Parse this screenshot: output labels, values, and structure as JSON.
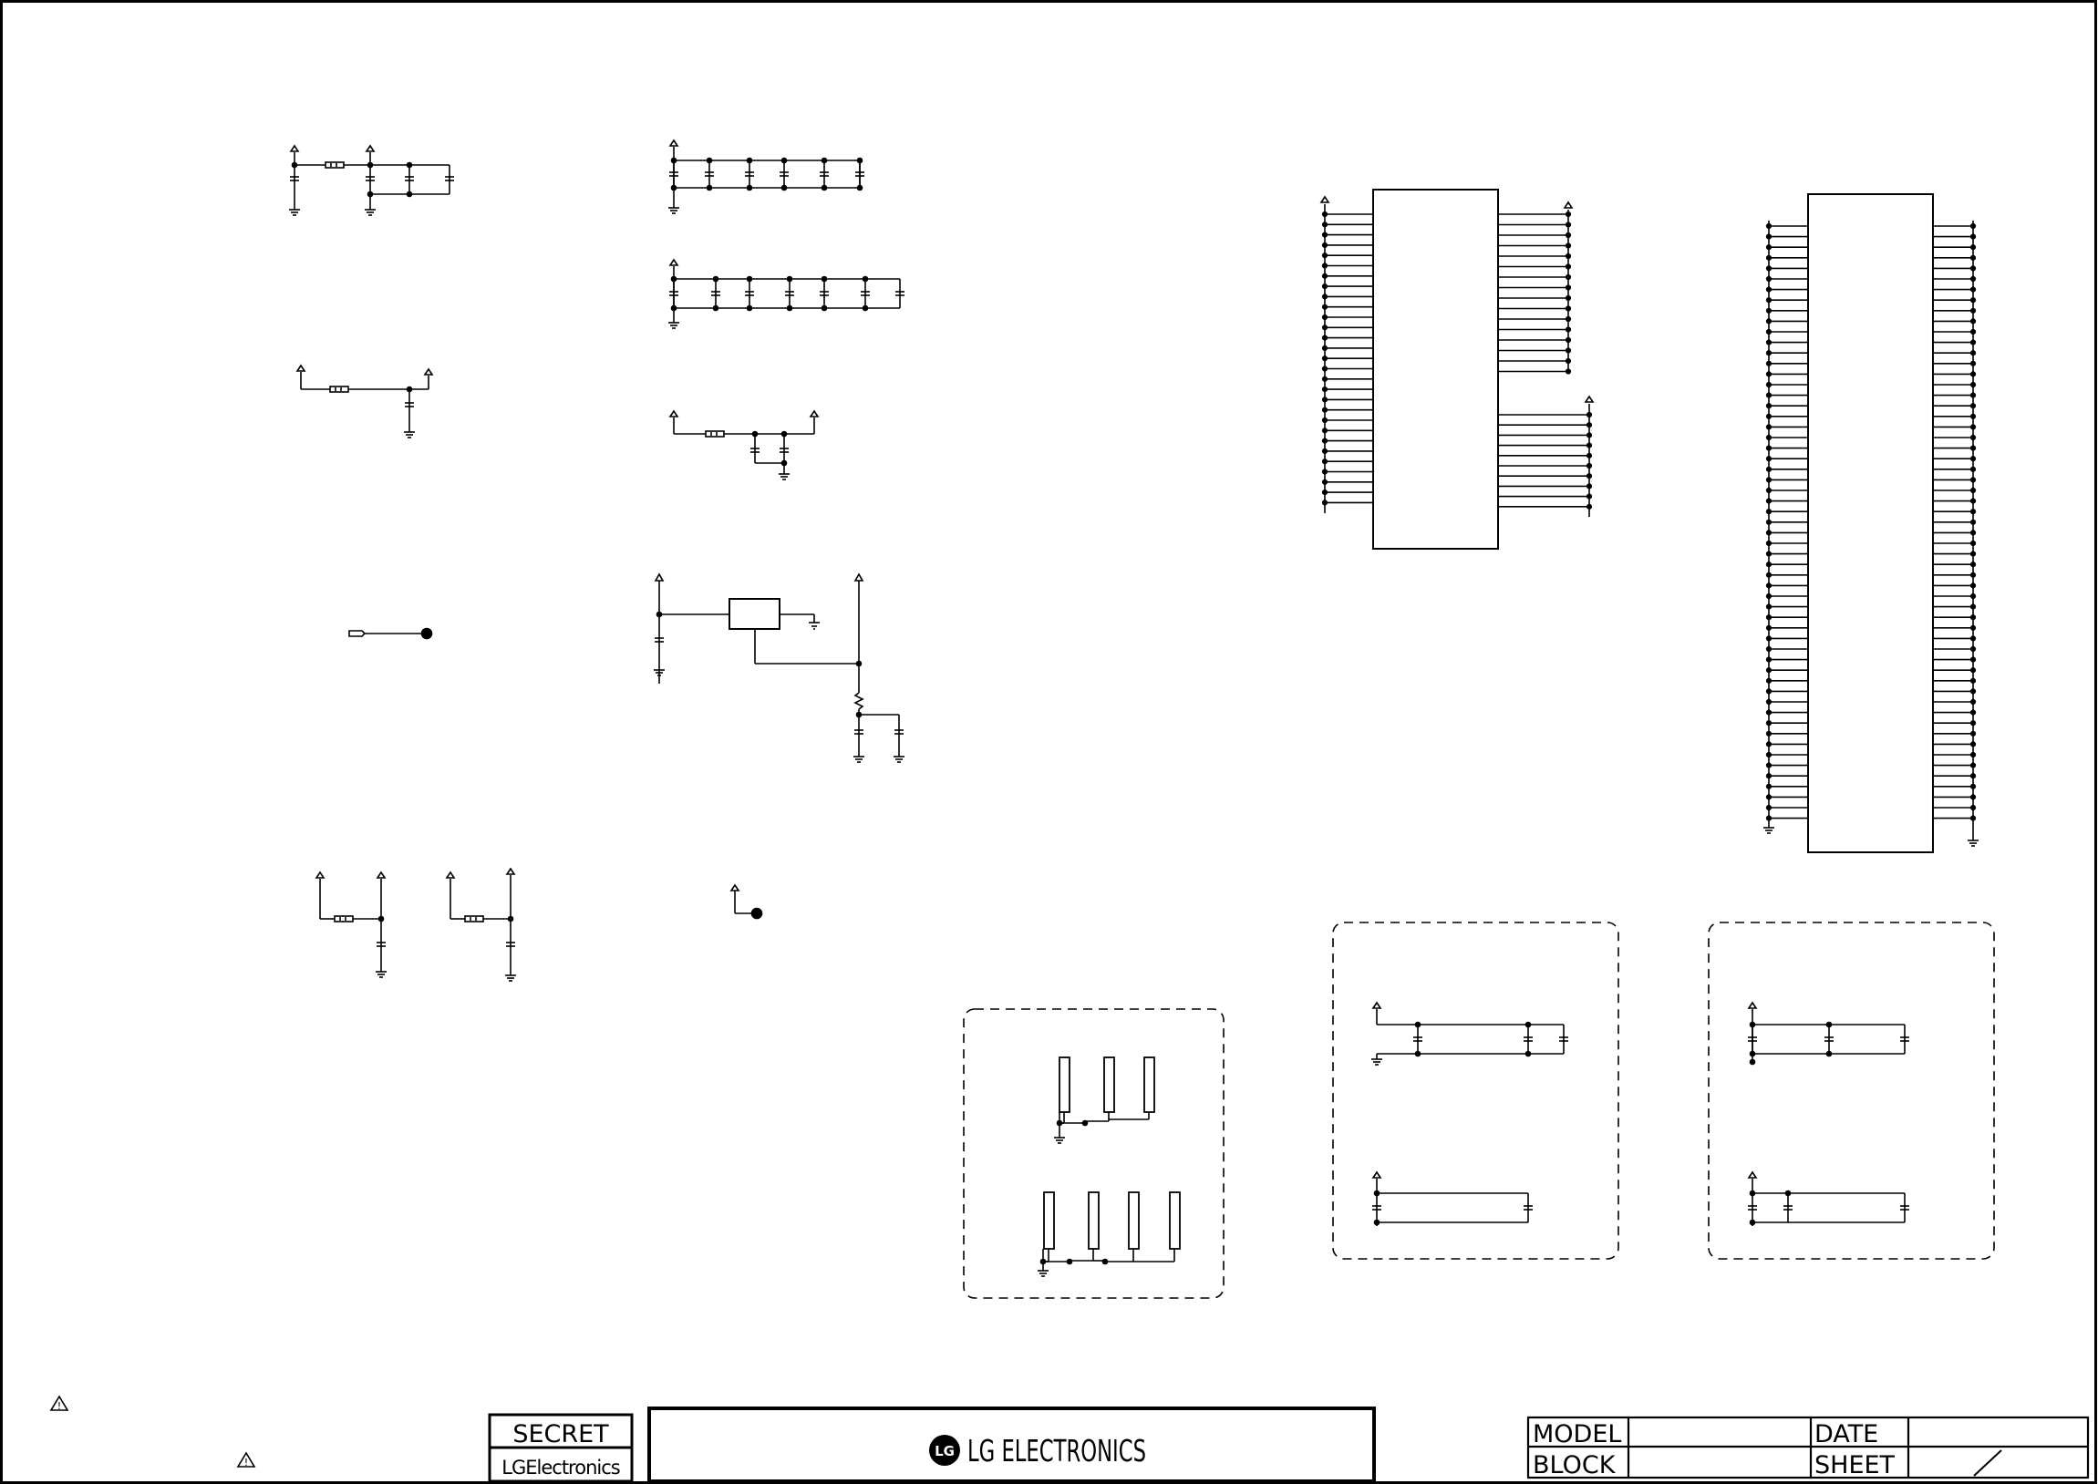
{
  "title_block": {
    "secret": "SECRET",
    "company": "LGElectronics",
    "logo_text": "LG ELECTRONICS",
    "logo_mark": "LG",
    "model_label": "MODEL",
    "date_label": "DATE",
    "block_label": "BLOCK",
    "sheet_label": "SHEET",
    "sheet_separator": "/"
  },
  "warnings": {
    "symbol": "!"
  }
}
